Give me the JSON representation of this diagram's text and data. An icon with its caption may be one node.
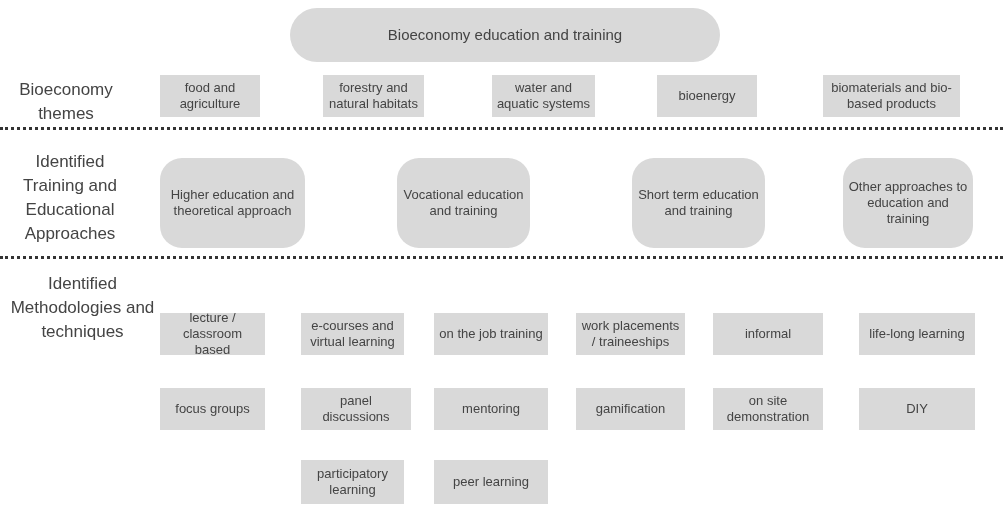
{
  "diagram": {
    "nodes": [
      {
        "text": [
          "Bioeconomy education and training"
        ]
      },
      {
        "text": [
          "food and agriculture"
        ]
      },
      {
        "text": [
          "forestry and natural habitats"
        ]
      },
      {
        "text": [
          "water and aquatic systems"
        ]
      },
      {
        "text": [
          "bioenergy"
        ]
      },
      {
        "text": [
          "biomaterials and bio-based products"
        ]
      },
      {
        "text": [
          "Higher education and theoretical approach"
        ]
      },
      {
        "text": [
          "Vocational education and training"
        ]
      },
      {
        "text": [
          "Short term education and training"
        ]
      },
      {
        "text": [
          "Other approaches to education and training"
        ]
      },
      {
        "text": [
          "lecture / classroom based"
        ]
      },
      {
        "text": [
          "e-courses and virtual learning"
        ]
      },
      {
        "text": [
          "on the job training"
        ]
      },
      {
        "text": [
          "work placements / traineeships"
        ]
      },
      {
        "text": [
          "informal"
        ]
      },
      {
        "text": [
          "life-long learning"
        ]
      },
      {
        "text": [
          "focus groups"
        ]
      },
      {
        "text": [
          "panel discussions"
        ]
      },
      {
        "text": [
          "mentoring"
        ]
      },
      {
        "text": [
          "gamification"
        ]
      },
      {
        "text": [
          "on site demonstration"
        ]
      },
      {
        "text": [
          "DIY"
        ]
      },
      {
        "text": [
          "participatory learning"
        ]
      },
      {
        "text": [
          "peer learning"
        ]
      }
    ],
    "edges": [],
    "labels": [
      "Bioeconomy themes",
      "Identified Training and Educational Approaches",
      "Identified Methodologies and techniques"
    ]
  }
}
